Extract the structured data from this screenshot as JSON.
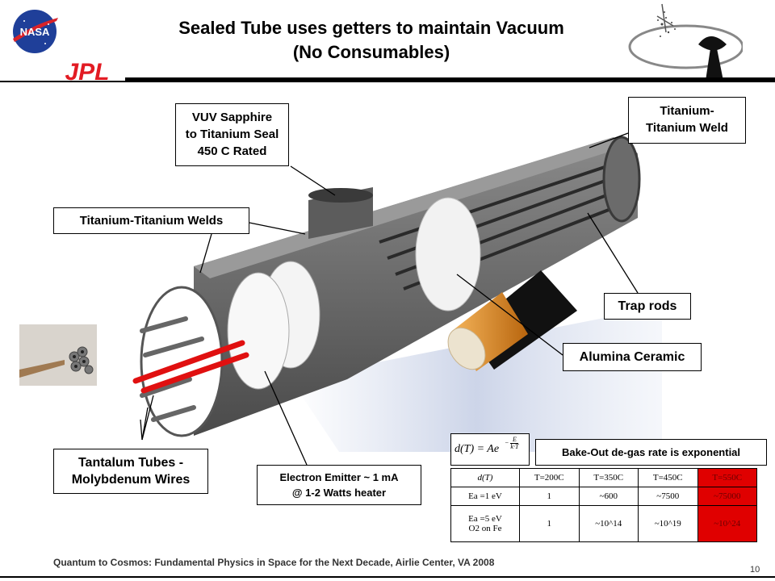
{
  "header": {
    "title_line1": "Sealed Tube uses getters to maintain Vacuum",
    "title_line2": "(No Consumables)",
    "logo_nasa_text": "NASA",
    "logo_jpl_text": "JPL"
  },
  "callouts": {
    "vuv_line1": "VUV Sapphire",
    "vuv_line2": "to Titanium Seal",
    "vuv_line3": "450 C Rated",
    "ti_weld_line1": "Titanium-",
    "ti_weld_line2": "Titanium Weld",
    "ti_welds": "Titanium-Titanium Welds",
    "trap_rods": "Trap rods",
    "alumina": "Alumina Ceramic",
    "tantalum_line1": "Tantalum Tubes -",
    "tantalum_line2": "Molybdenum Wires",
    "emitter_line1": "Electron Emitter ~ 1 mA",
    "emitter_line2": "@ 1-2 Watts heater",
    "bakeout": "Bake-Out de-gas rate is exponential"
  },
  "equation": {
    "lhs": "d(T) = Ae",
    "exp_sign": "−",
    "exp_num": "E",
    "exp_den": "k·T"
  },
  "table": {
    "header": [
      "d(T)",
      "T=200C",
      "T=350C",
      "T=450C",
      "T=550C"
    ],
    "row1": [
      "Ea =1 eV",
      "1",
      "~600",
      "~7500",
      "~75000"
    ],
    "row2_label_1": "Ea =5 eV",
    "row2_label_2": "O2 on Fe",
    "row2": [
      "1",
      "~10^14",
      "~10^19",
      "~10^24"
    ]
  },
  "footer": {
    "text": "Quantum to Cosmos: Fundamental Physics in Space for the Next Decade, Airlie Center, VA 2008",
    "page": "10"
  },
  "colors": {
    "accent_red": "#e00000",
    "tube_gray": "#5a5a5a",
    "battery_orange": "#e08a1e"
  }
}
